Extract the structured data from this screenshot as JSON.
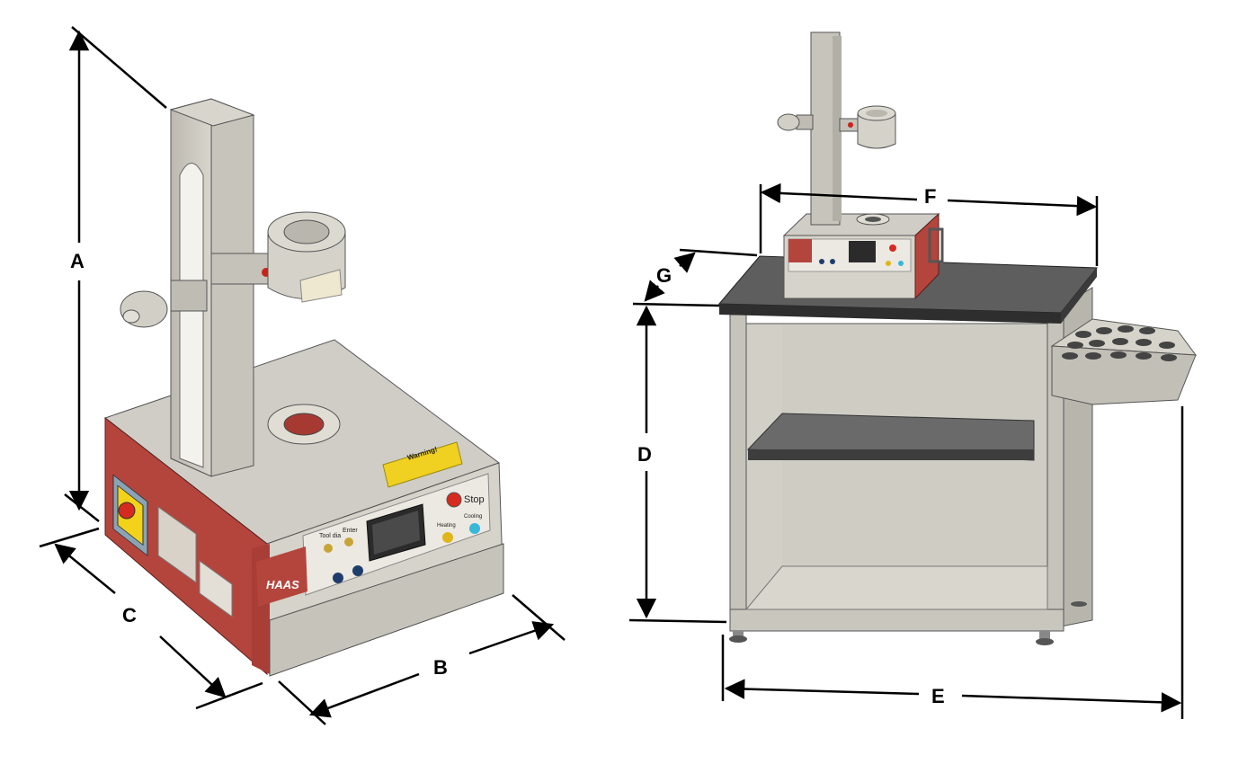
{
  "dimensions": {
    "a": "A",
    "b": "B",
    "c": "C",
    "d": "D",
    "e": "E",
    "f": "F",
    "g": "G"
  },
  "unit_a": {
    "warning_title": "Warning!",
    "stop_label": "Stop",
    "tool_label_1": "Tool dia",
    "tool_label_2": "Enter",
    "heating_label": "Heating",
    "cooling_label": "Cooling",
    "logo_text": "HAAS"
  },
  "colors": {
    "body_red": "#b4453d",
    "panel_gray": "#d4d1c8",
    "top_gray": "#cfcdc6",
    "table_top": "#555555",
    "warning_yellow": "#f0d020",
    "stop_red": "#d62a1e"
  }
}
